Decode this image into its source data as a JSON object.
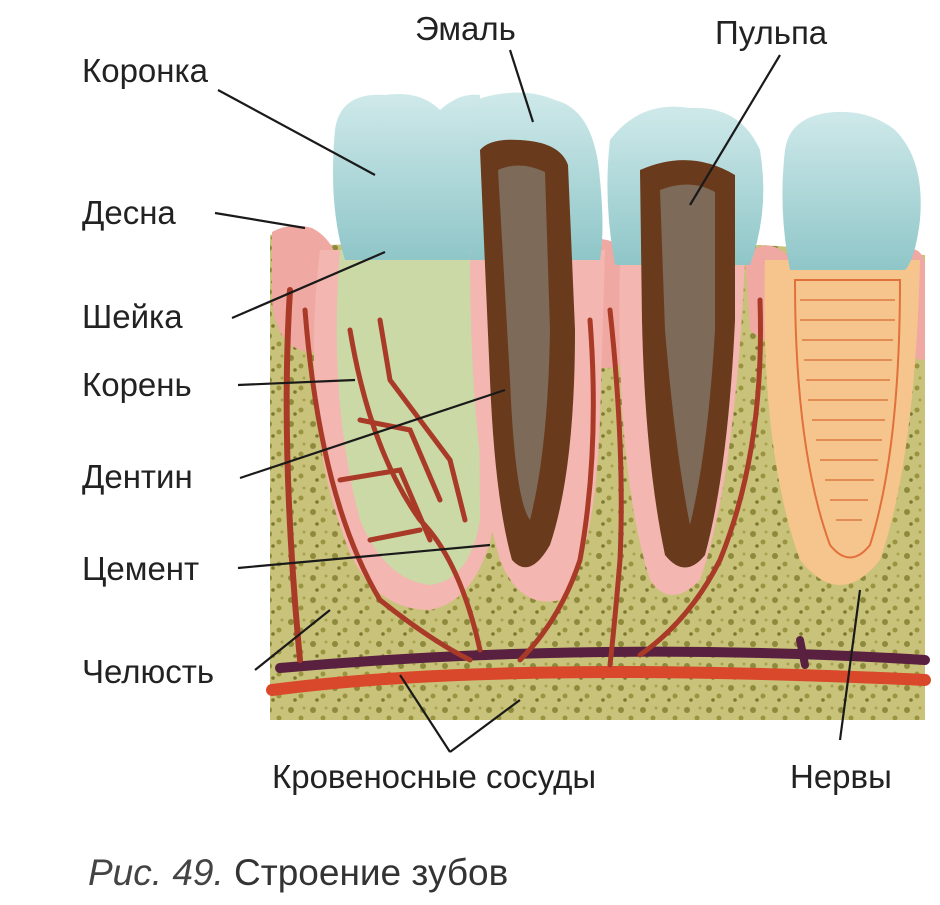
{
  "labels": {
    "crown": "Коронка",
    "enamel": "Эмаль",
    "pulp": "Пульпа",
    "gum": "Десна",
    "neck": "Шейка",
    "root": "Корень",
    "dentin": "Дентин",
    "cement": "Цемент",
    "jaw": "Челюсть",
    "blood_vessels": "Кровеносные сосуды",
    "nerves": "Нервы"
  },
  "caption": {
    "figure": "Рис. 49.",
    "title": "Строение зубов"
  }
}
